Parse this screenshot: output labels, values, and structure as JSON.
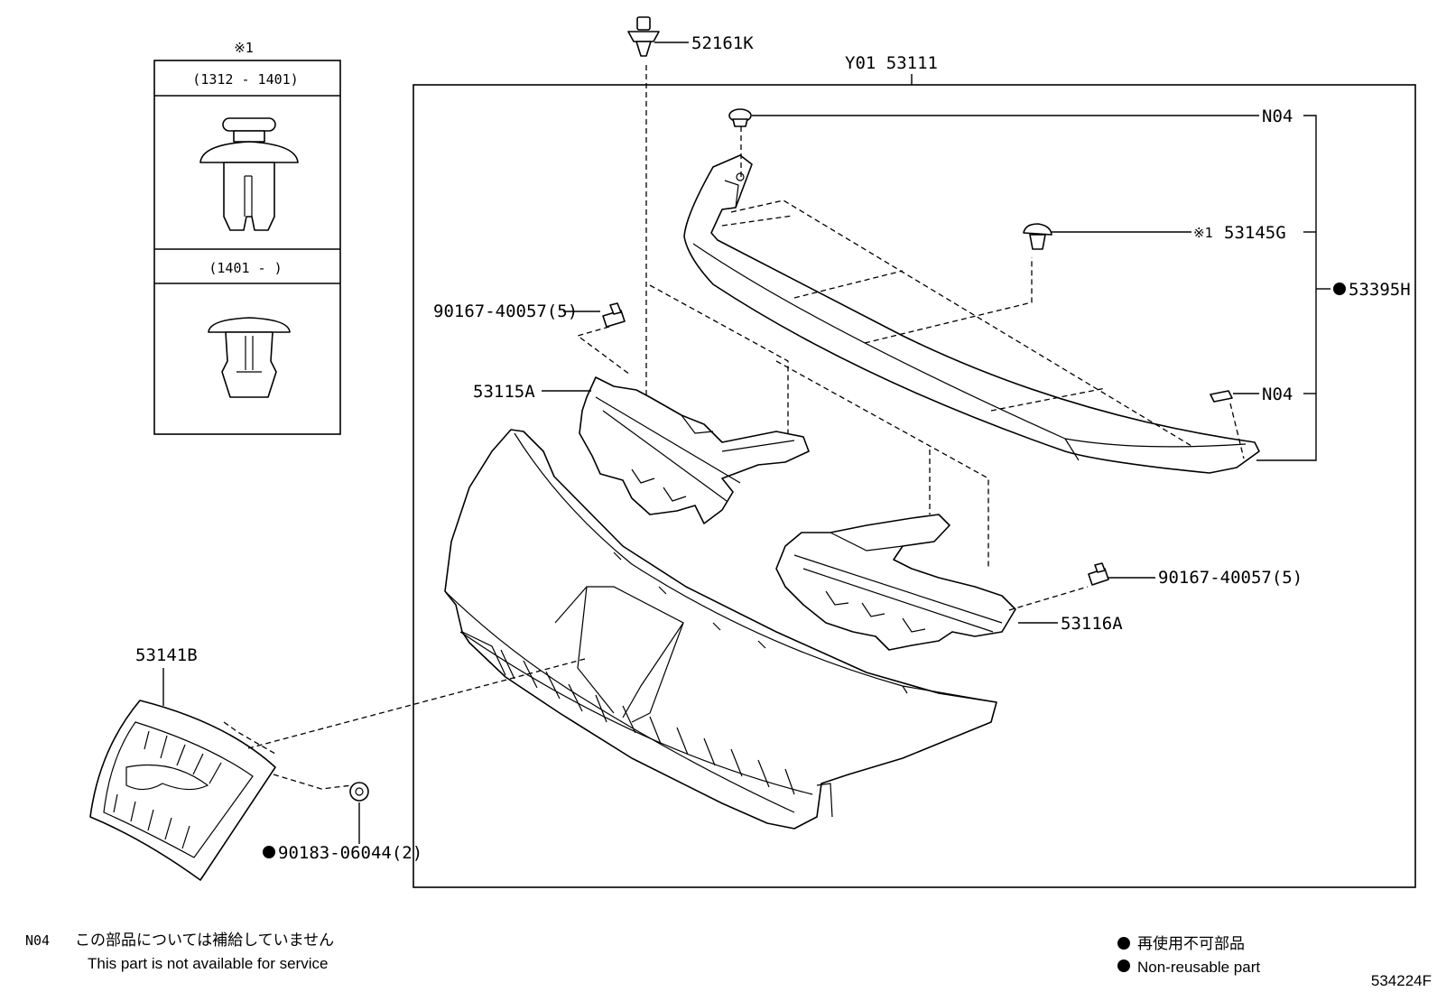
{
  "callouts": {
    "clip_52161k": "52161K",
    "assembly": "Y01 53111",
    "n04_top": "N04",
    "clip_53145g": "53145G",
    "clip_53145g_mark": "※1",
    "group_53395h": "53395H",
    "n04_lower": "N04",
    "bolt_left": "90167-40057(5)",
    "bracket_left": "53115A",
    "bolt_right": "90167-40057(5)",
    "bracket_right": "53116A",
    "emblem": "53141B",
    "nut": "90183-06044(2)"
  },
  "inset": {
    "mark": "※1",
    "range_1": "(1312 - 1401)",
    "range_2": "(1401 -     )"
  },
  "legend": {
    "n04_code": "N04",
    "n04_jp": "この部品については補給していません",
    "n04_en": "This part is not available for service",
    "bullet_jp": "再使用不可部品",
    "bullet_en": "Non-reusable part"
  },
  "diagram_number": "534224F"
}
